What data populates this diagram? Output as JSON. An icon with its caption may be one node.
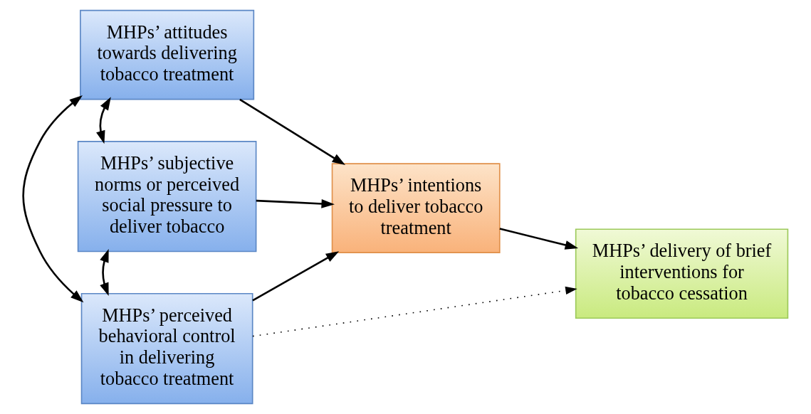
{
  "diagram": {
    "nodes": [
      {
        "text": [
          "MHPs’ attitudes towards delivering tobacco treatment"
        ]
      },
      {
        "text": [
          "MHPs’ subjective norms or perceived social pressure to deliver tobacco"
        ]
      },
      {
        "text": [
          "MHPs’ perceived behavioral control in delivering tobacco treatment"
        ]
      },
      {
        "text": [
          "MHPs’ intentions to deliver tobacco treatment"
        ]
      },
      {
        "text": [
          "MHPs’ delivery of brief interventions for tobacco cessation"
        ]
      }
    ],
    "edges": [
      {
        "from": 0,
        "to": 3,
        "arrow": "to"
      },
      {
        "from": 1,
        "to": 3,
        "arrow": "to"
      },
      {
        "from": 2,
        "to": 3,
        "arrow": "to"
      },
      {
        "from": 3,
        "to": 4,
        "arrow": "to"
      },
      {
        "from": 2,
        "to": 4,
        "arrow": "to",
        "style": "dashed"
      },
      {
        "from": 0,
        "to": 1,
        "arrow": "both"
      },
      {
        "from": 1,
        "to": 2,
        "arrow": "both"
      },
      {
        "from": 0,
        "to": 2,
        "arrow": "both"
      }
    ]
  }
}
